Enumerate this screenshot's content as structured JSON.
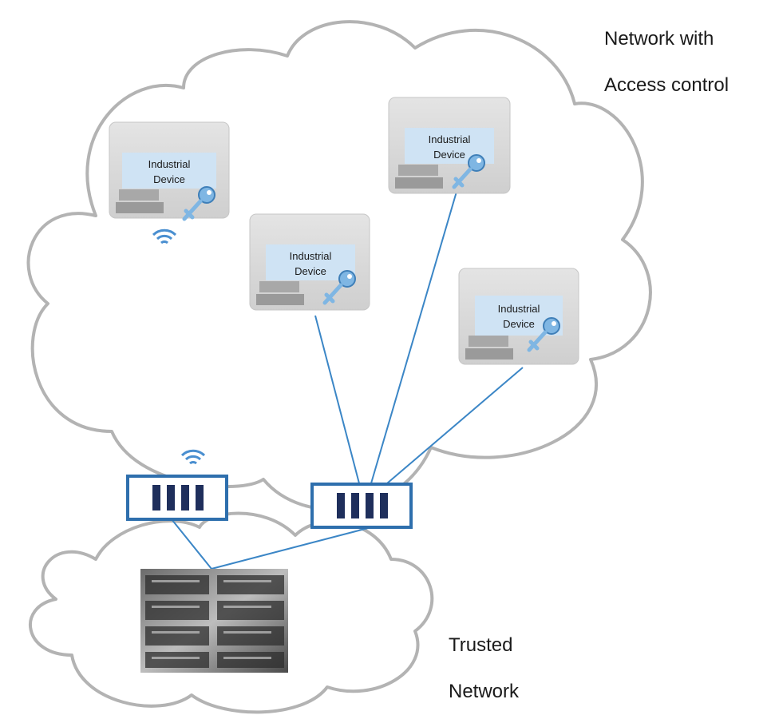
{
  "diagram": {
    "access_cloud": {
      "label_line1": "Network with",
      "label_line2": "Access control"
    },
    "trusted_cloud": {
      "label_line1": "Trusted",
      "label_line2": "Network"
    },
    "devices": [
      {
        "label_line1": "Industrial",
        "label_line2": "Device",
        "icon": "key-icon",
        "wireless": true
      },
      {
        "label_line1": "Industrial",
        "label_line2": "Device",
        "icon": "key-icon",
        "wireless": false
      },
      {
        "label_line1": "Industrial",
        "label_line2": "Device",
        "icon": "key-icon",
        "wireless": false
      },
      {
        "label_line1": "Industrial",
        "label_line2": "Device",
        "icon": "key-icon",
        "wireless": false
      }
    ],
    "gateways": [
      {
        "kind": "wireless-access-point",
        "icon": "switch-icon"
      },
      {
        "kind": "switch",
        "icon": "switch-icon"
      }
    ],
    "server": {
      "icon": "server-rack-icon"
    },
    "colors": {
      "cloud_outline": "#b3b3b3",
      "link": "#3b86c6",
      "gateway_border": "#2e6fad",
      "gateway_ports": "#1f2f5c",
      "device_label_bg": "#cfe3f4",
      "key": "#7fb6e3",
      "wireless": "#4a8fd0"
    }
  }
}
